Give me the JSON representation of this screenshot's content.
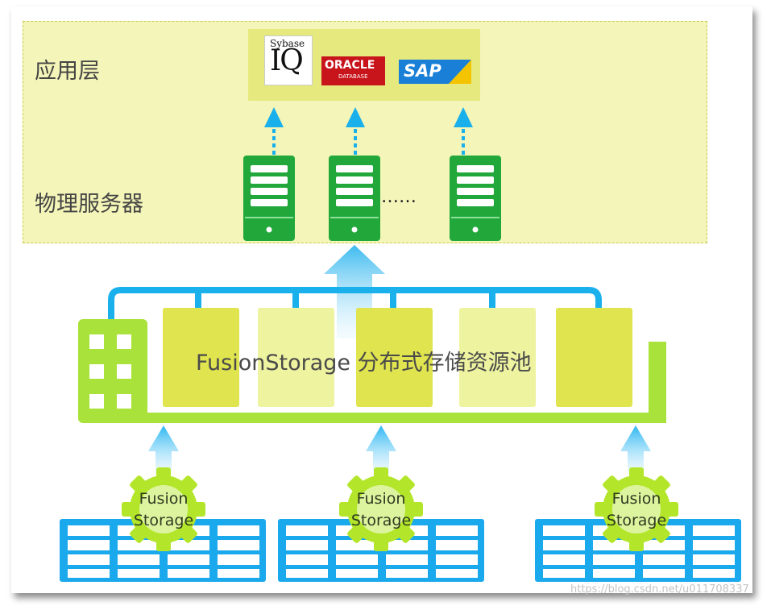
{
  "layers": {
    "application_label": "应用层",
    "physical_server_label": "物理服务器",
    "server_ellipsis": "……"
  },
  "apps": {
    "sybase_line1": "Sybase",
    "sybase_line2": "IQ",
    "oracle_line1": "ORACLE",
    "oracle_line2": "DATABASE",
    "sap": "SAP"
  },
  "pool": {
    "title": "FusionStorage 分布式存储资源池"
  },
  "nodes": [
    {
      "label_line1": "Fusion",
      "label_line2": "Storage"
    },
    {
      "label_line1": "Fusion",
      "label_line2": "Storage"
    },
    {
      "label_line1": "Fusion",
      "label_line2": "Storage"
    }
  ],
  "watermark": "https://blog.csdn.net/u011708337",
  "colors": {
    "app_zone_fill": "#f4f5b8",
    "server_green": "#22a83a",
    "pool_green": "#a9e23a",
    "pool_block": "#dfe44f",
    "pool_block_light": "#eef3a0",
    "pipe_blue": "#1ab0ec",
    "disk_blue": "#1aa9ec",
    "gear_green": "#b3e62b"
  }
}
